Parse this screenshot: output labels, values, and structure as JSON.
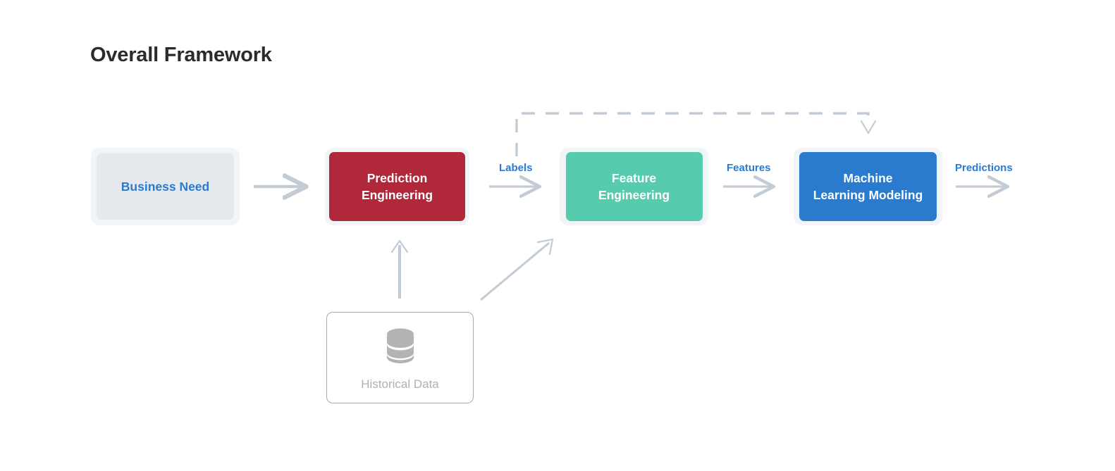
{
  "page": {
    "title": "Overall Framework",
    "background_color": "#ffffff"
  },
  "colors": {
    "title_text": "#2b2b2b",
    "accent_blue": "#2a7bd0",
    "box_blue": "#2a7bce",
    "box_red": "#b0283a",
    "box_green": "#57cbad",
    "box_gray": "#e4e9ee",
    "halo_gray": "#f1f5f8",
    "connector_gray": "#c3ccd4",
    "icon_gray": "#b0b0b0",
    "card_border": "#aaaaaa"
  },
  "stages": [
    {
      "id": "business-need",
      "lines": [
        "Business Need"
      ],
      "fill": "#e4e9ee",
      "text_color": "#2a7bd0"
    },
    {
      "id": "prediction-engineering",
      "lines": [
        "Prediction",
        "Engineering"
      ],
      "fill": "#b0283a",
      "text_color": "#ffffff"
    },
    {
      "id": "feature-engineering",
      "lines": [
        "Feature",
        "Engineering"
      ],
      "fill": "#57cbad",
      "text_color": "#ffffff"
    },
    {
      "id": "machine-learning-modeling",
      "lines": [
        "Machine",
        "Learning Modeling"
      ],
      "fill": "#2a7bce",
      "text_color": "#ffffff"
    }
  ],
  "data_source": {
    "label": "Historical Data",
    "icon": "database-icon",
    "border_color": "#aaaaaa",
    "label_color": "#b0b0b0"
  },
  "connectors": {
    "business_to_prediction": {
      "label": "",
      "style": "solid"
    },
    "prediction_to_feature": {
      "label": "Labels",
      "style": "solid"
    },
    "feature_to_model": {
      "label": "Features",
      "style": "solid"
    },
    "model_to_output": {
      "label": "Predictions",
      "style": "solid"
    },
    "history_to_prediction": {
      "label": "",
      "style": "solid-up"
    },
    "history_to_feature": {
      "label": "",
      "style": "solid-diagonal"
    },
    "labels_feedback_to_model": {
      "label": "",
      "style": "dashed"
    }
  }
}
